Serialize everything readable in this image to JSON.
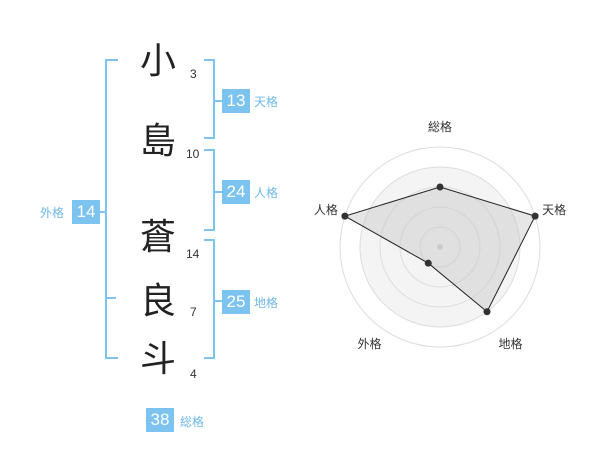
{
  "name_chars": [
    {
      "char": "小",
      "strokes": "3"
    },
    {
      "char": "島",
      "strokes": "10"
    },
    {
      "char": "蒼",
      "strokes": "14"
    },
    {
      "char": "良",
      "strokes": "7"
    },
    {
      "char": "斗",
      "strokes": "4"
    }
  ],
  "fortunes": {
    "tenkaku": {
      "value": "13",
      "label": "天格"
    },
    "jinkaku": {
      "value": "24",
      "label": "人格"
    },
    "chikaku": {
      "value": "25",
      "label": "地格"
    },
    "gaikaku": {
      "value": "14",
      "label": "外格"
    },
    "soukaku": {
      "value": "38",
      "label": "総格"
    }
  },
  "colors": {
    "accent": "#7cc3f0",
    "bracket": "#7cc3f0",
    "radar_fill": "#e0e0e0",
    "radar_line": "#222222",
    "ring": "#dddddd"
  },
  "radar": {
    "axes": [
      "総格",
      "天格",
      "地格",
      "外格",
      "人格"
    ],
    "levels": [
      3,
      5,
      4,
      1,
      5
    ],
    "max": 5
  }
}
